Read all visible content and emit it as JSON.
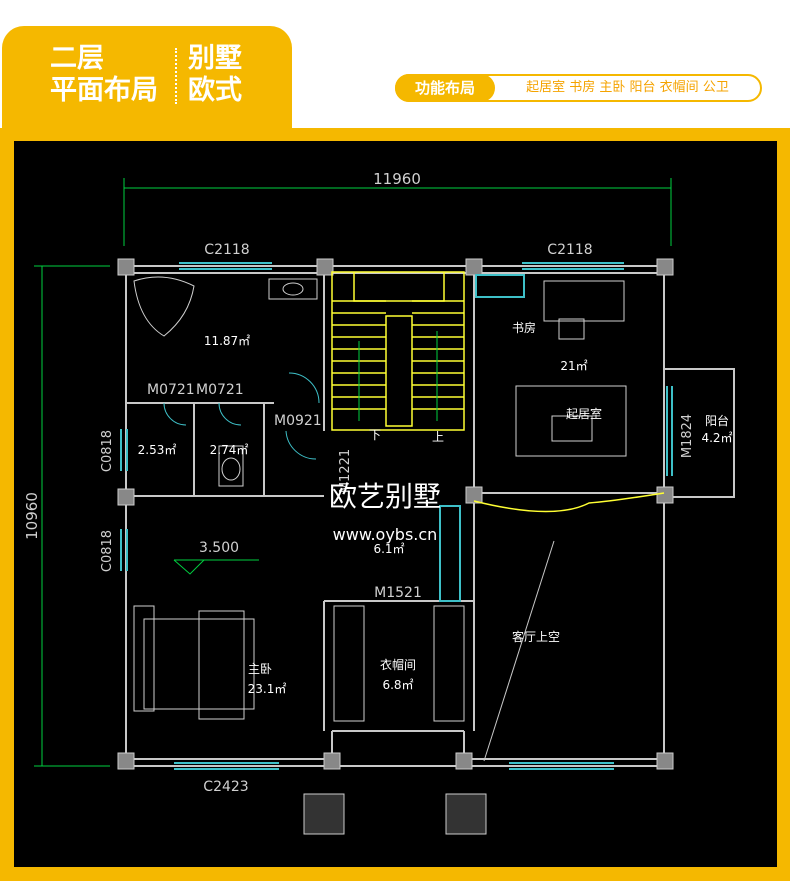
{
  "header": {
    "title_line1": "二层",
    "title_line2": "平面布局",
    "subtitle_line1": "别墅",
    "subtitle_line2": "欧式",
    "function_label": "功能布局",
    "function_items": "起居室 书房 主卧 阳台 衣帽间 公卫"
  },
  "plan": {
    "dim_width": "11960",
    "dim_height": "10960",
    "windows": {
      "top_left": "C2118",
      "top_right": "C2118",
      "bottom_left": "C2423",
      "left_upper": "C0818",
      "left_lower": "C0818"
    },
    "doors": {
      "d1": "M0721",
      "d2": "M0721",
      "d3": "M0921",
      "d4": "M1221",
      "d5": "M1521",
      "d6": "M1824"
    },
    "rooms": {
      "bath_area": "11.87㎡",
      "wc1_area": "2.53㎡",
      "wc2_area": "2.74㎡",
      "study_label": "书房",
      "study_area": "21㎡",
      "living_label": "起居室",
      "balcony_label": "阳台",
      "balcony_area": "4.2㎡",
      "master_label": "主卧",
      "master_area": "23.1㎡",
      "closet_label": "衣帽间",
      "closet_area": "6.8㎡",
      "hall_area": "6.1㎡",
      "void_label": "客厅上空",
      "stair_down": "下",
      "stair_up": "上",
      "elevation": "3.500"
    },
    "watermark_text": "欧艺别墅",
    "watermark_url": "www.oybs.cn"
  },
  "colors": {
    "brand_yellow": "#f5b800",
    "cad_background": "#000000",
    "wall": "#c8c8c8",
    "window": "#3ec0c8",
    "stair": "#ffff33",
    "dimension": "#00d040"
  }
}
